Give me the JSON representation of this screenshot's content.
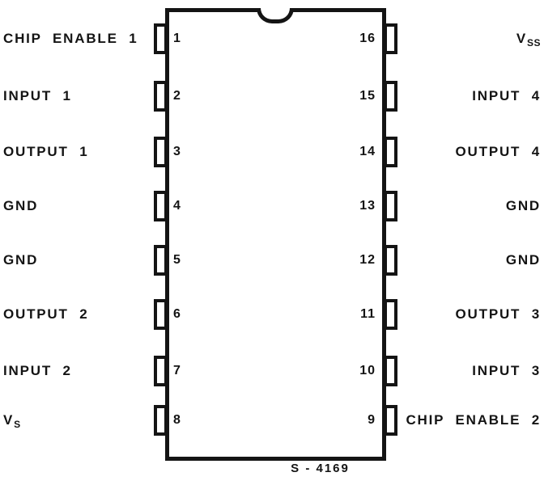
{
  "part_label": "S - 4169",
  "chip": {
    "left_pins": [
      {
        "num": "1",
        "label": "CHIP ENABLE 1"
      },
      {
        "num": "2",
        "label": "INPUT 1"
      },
      {
        "num": "3",
        "label": "OUTPUT 1"
      },
      {
        "num": "4",
        "label": "GND"
      },
      {
        "num": "5",
        "label": "GND"
      },
      {
        "num": "6",
        "label": "OUTPUT 2"
      },
      {
        "num": "7",
        "label": "INPUT 2"
      },
      {
        "num": "8",
        "label": "V",
        "sub": "S"
      }
    ],
    "right_pins": [
      {
        "num": "16",
        "label": "V",
        "sub": "SS"
      },
      {
        "num": "15",
        "label": "INPUT 4"
      },
      {
        "num": "14",
        "label": "OUTPUT 4"
      },
      {
        "num": "13",
        "label": "GND"
      },
      {
        "num": "12",
        "label": "GND"
      },
      {
        "num": "11",
        "label": "OUTPUT 3"
      },
      {
        "num": "10",
        "label": "INPUT 3"
      },
      {
        "num": "9",
        "label": "CHIP ENABLE 2"
      }
    ]
  }
}
